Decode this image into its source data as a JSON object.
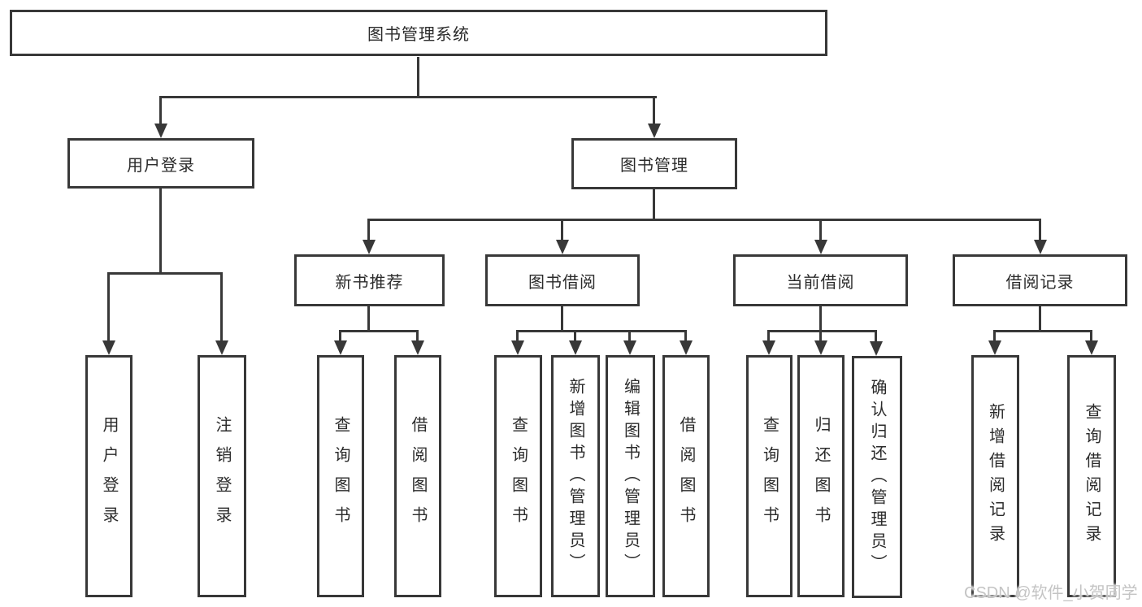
{
  "diagram": {
    "root": "图书管理系统",
    "level2": [
      "用户登录",
      "图书管理"
    ],
    "level3": [
      "新书推荐",
      "图书借阅",
      "当前借阅",
      "借阅记录"
    ],
    "leaves": {
      "user_login": [
        "用户登录",
        "注销登录"
      ],
      "new_book_recommend": [
        "查询图书",
        "借阅图书"
      ],
      "book_borrow": [
        "查询图书",
        "新增图书（管理员）",
        "编辑图书（管理员）",
        "借阅图书"
      ],
      "current_borrow": [
        "查询图书",
        "归还图书",
        "确认归还（管理员）"
      ],
      "borrow_record": [
        "新增借阅记录",
        "查询借阅记录"
      ]
    }
  },
  "watermark": {
    "text": "CSDN @软件_小贺同学"
  },
  "colors": {
    "line": "#383838",
    "text": "#2b2b2b",
    "background": "#ffffff",
    "watermark": "#c4c4c4"
  }
}
